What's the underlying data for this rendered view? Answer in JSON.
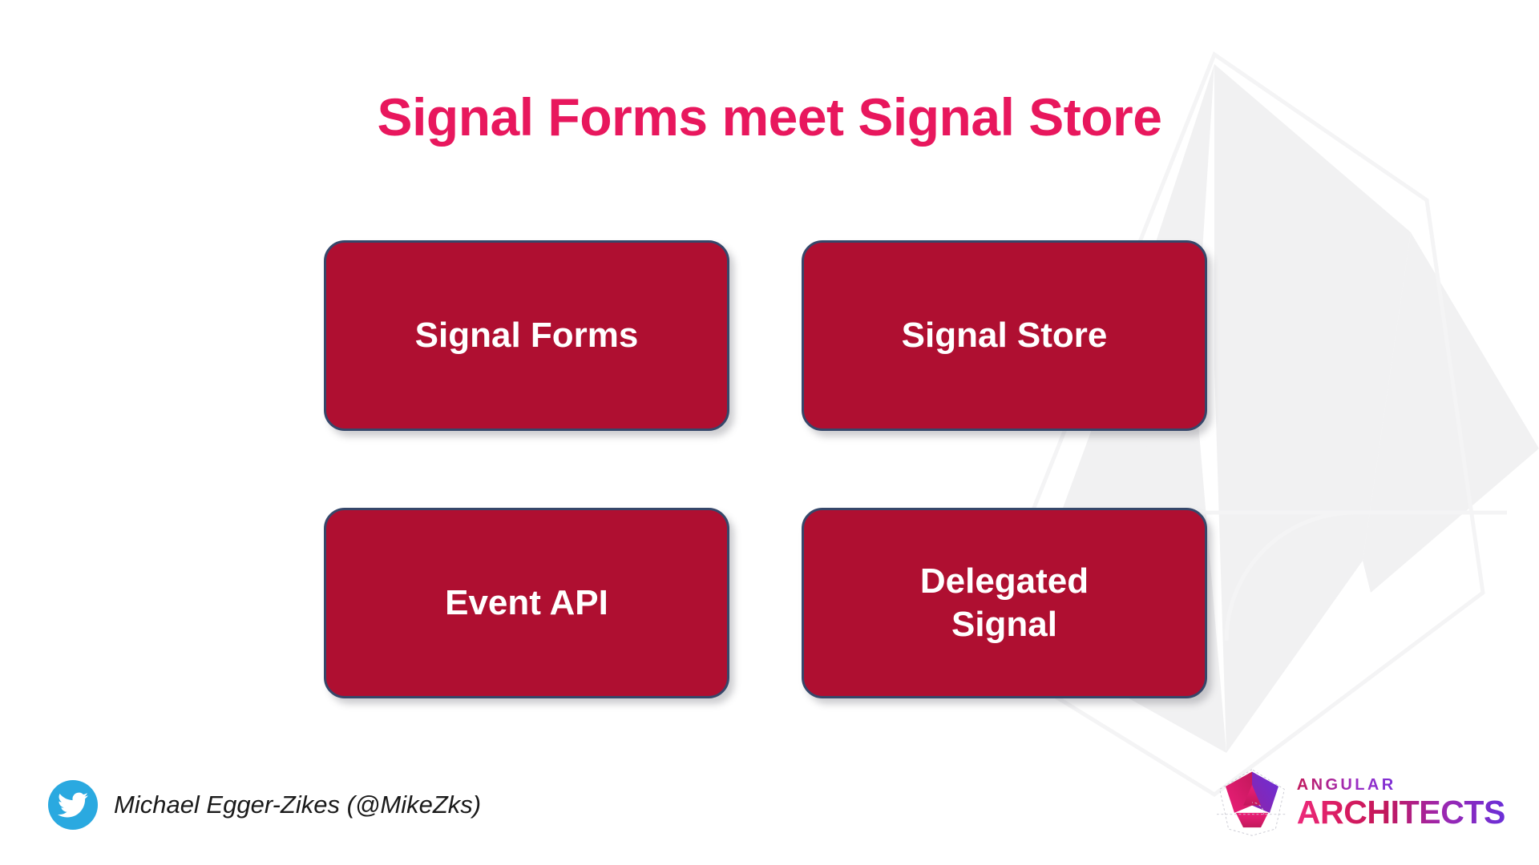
{
  "slide": {
    "title": "Signal Forms meet Signal Store",
    "title_color": "#E8175D",
    "background_color": "#FFFFFF"
  },
  "boxes": [
    {
      "label": "Signal Forms",
      "name": "signal-forms",
      "fill": "#AF0F31",
      "border": "#36476A",
      "text_color": "#FFFFFF"
    },
    {
      "label": "Signal Store",
      "name": "signal-store",
      "fill": "#AF0F31",
      "border": "#36476A",
      "text_color": "#FFFFFF"
    },
    {
      "label": "Event API",
      "name": "event-api",
      "fill": "#AF0F31",
      "border": "#36476A",
      "text_color": "#FFFFFF"
    },
    {
      "label": "Delegated\nSignal",
      "name": "delegated-signal",
      "fill": "#AF0F31",
      "border": "#36476A",
      "text_color": "#FFFFFF"
    }
  ],
  "footer": {
    "author": {
      "name": "Michael Egger-Zikes (@MikeZks)",
      "icon": "twitter-icon",
      "icon_color": "#2AA9E0"
    },
    "logo": {
      "mark": "angular-a-shield-icon",
      "line1": "ANGULAR",
      "line2": "ARCHITECTS",
      "gradient_from": "#ED2A7B",
      "gradient_to": "#6A2FD8"
    }
  },
  "watermark": {
    "icon": "angular-logo-watermark-icon",
    "color": "#F1F1F2"
  }
}
